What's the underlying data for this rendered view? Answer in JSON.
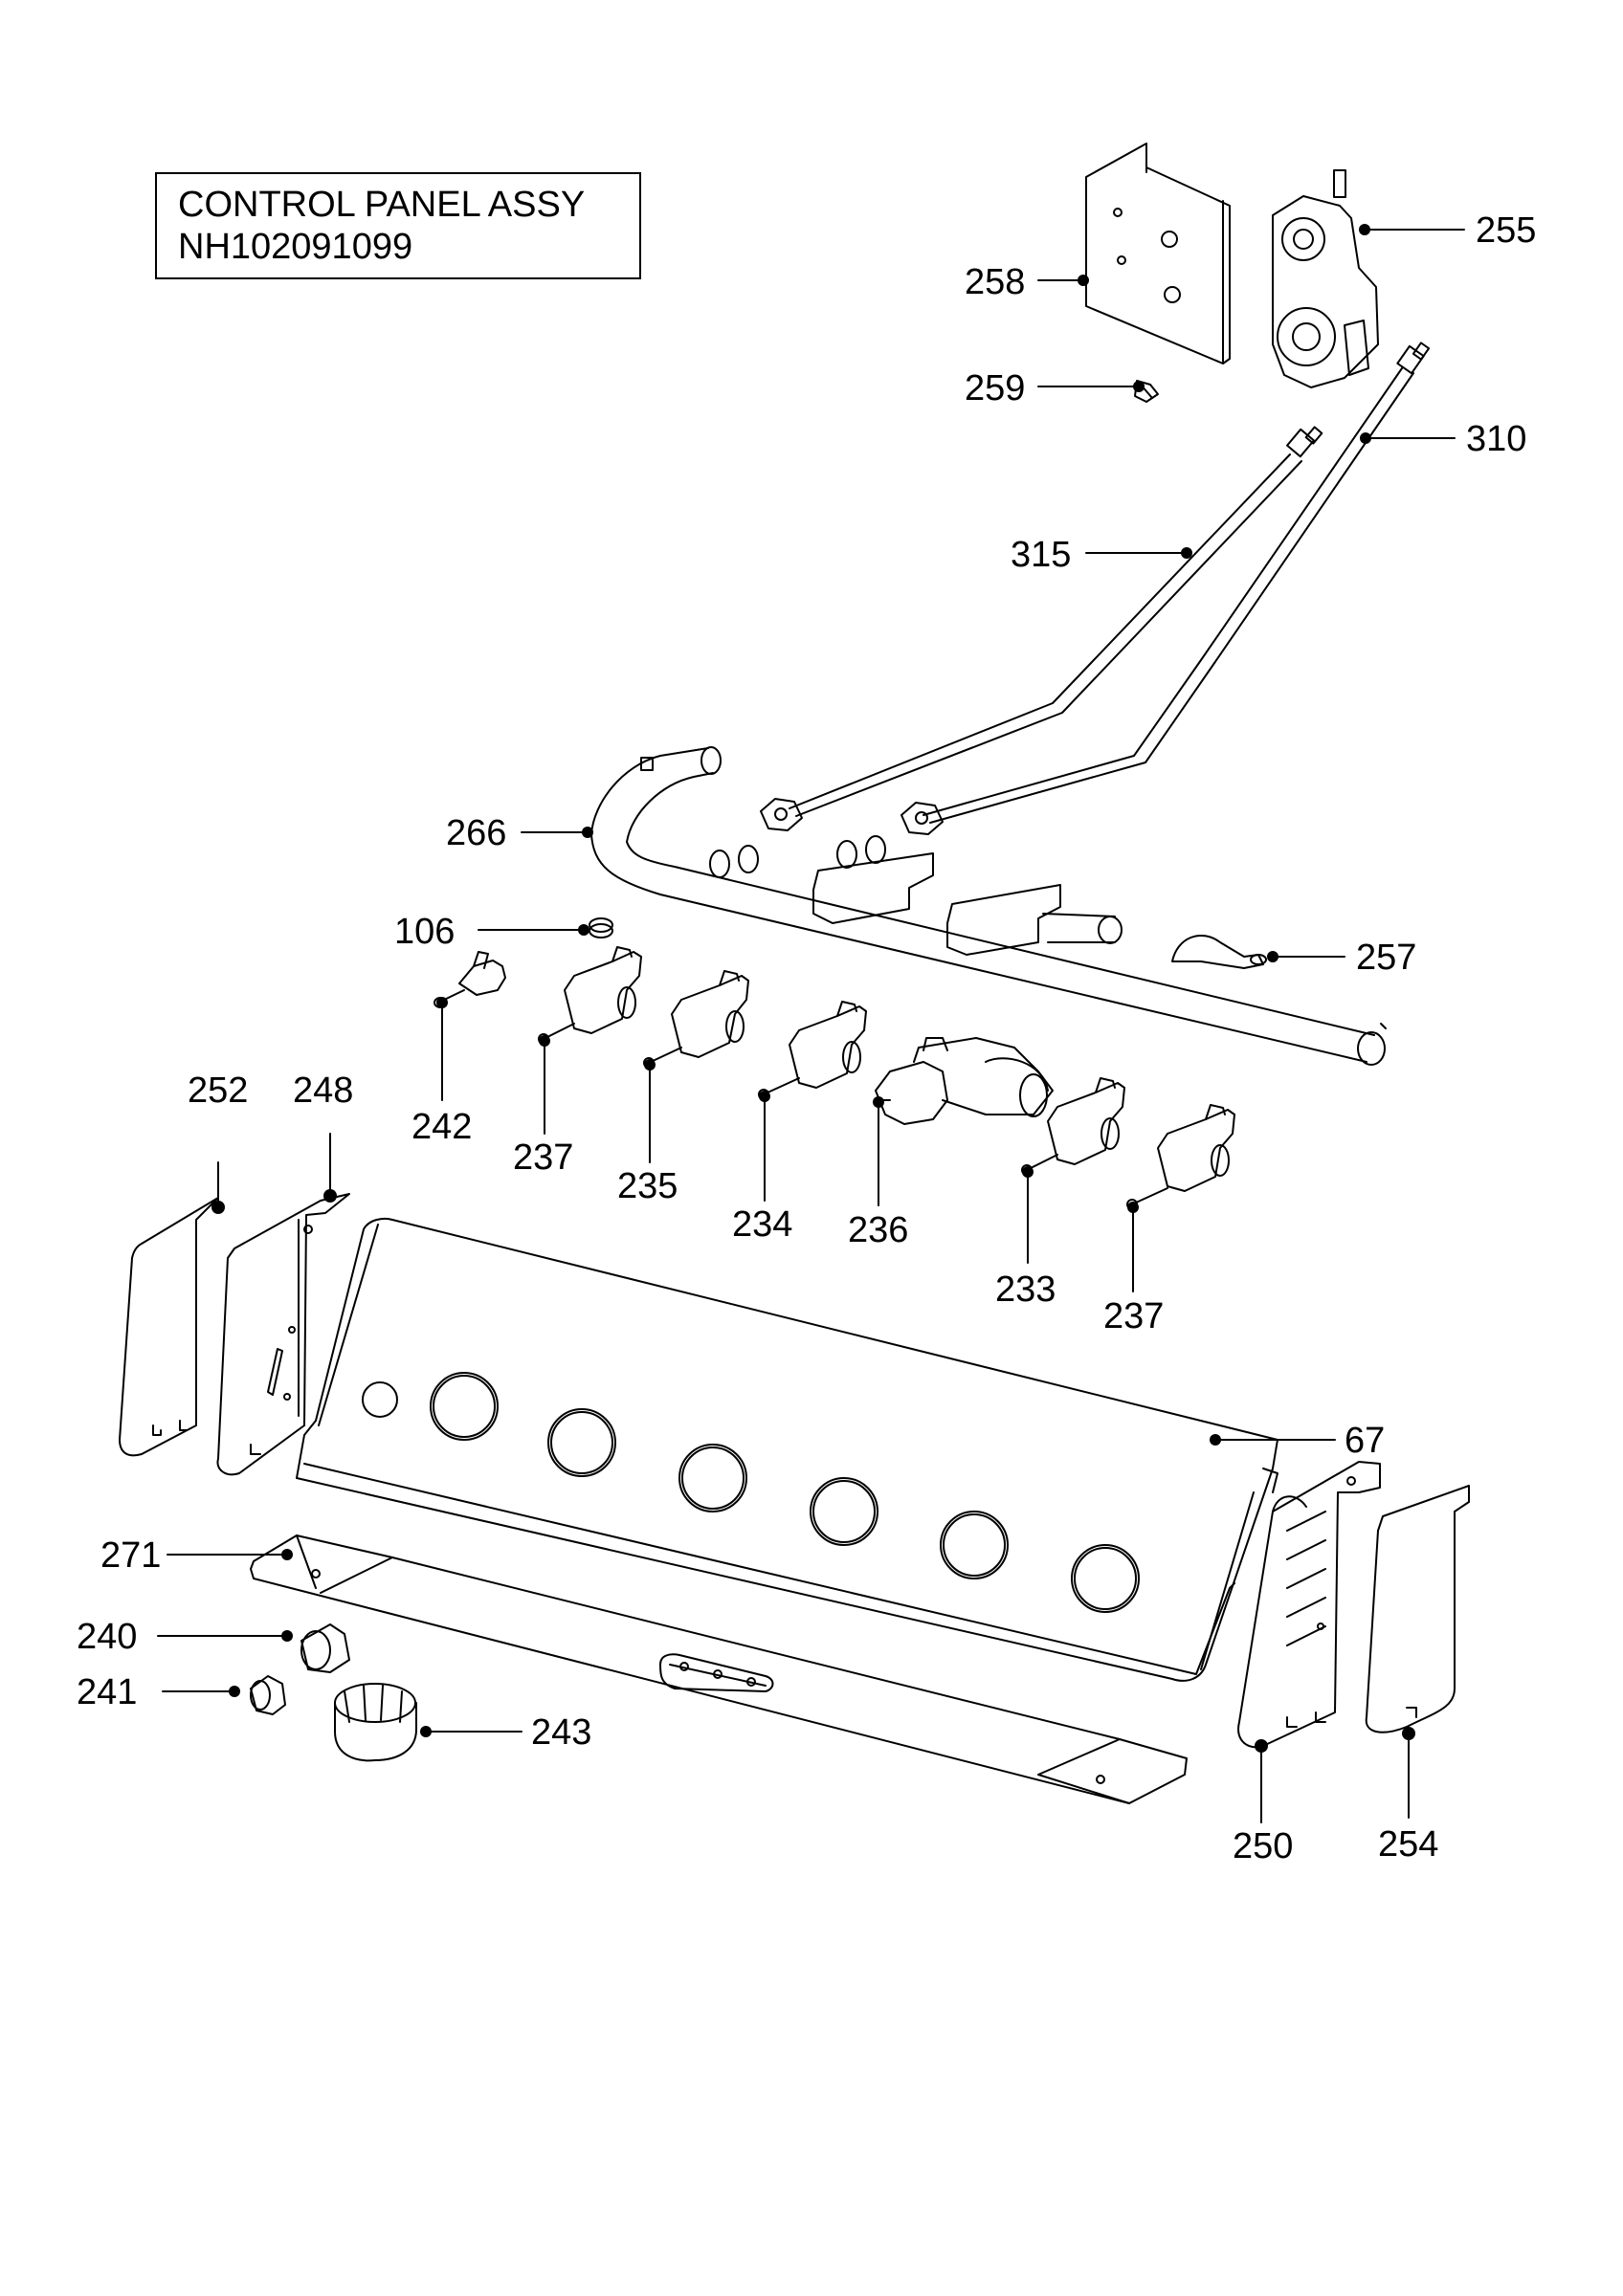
{
  "title": {
    "line1": "CONTROL PANEL ASSY",
    "line2": "NH102091099"
  },
  "callouts": {
    "c255": "255",
    "c258": "258",
    "c259": "259",
    "c310": "310",
    "c315": "315",
    "c266": "266",
    "c106": "106",
    "c257": "257",
    "c242": "242",
    "c237a": "237",
    "c235": "235",
    "c234": "234",
    "c236": "236",
    "c233": "233",
    "c237b": "237",
    "c252": "252",
    "c248": "248",
    "c67": "67",
    "c271": "271",
    "c240": "240",
    "c241": "241",
    "c243": "243",
    "c250": "250",
    "c254": "254"
  }
}
